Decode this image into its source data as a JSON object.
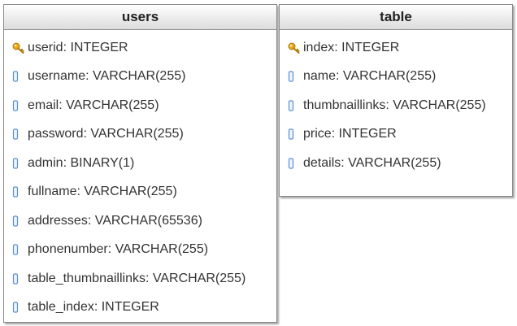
{
  "entities": {
    "users": {
      "title": "users",
      "fields": [
        {
          "name": "userid",
          "type": "INTEGER",
          "icon": "key-icon"
        },
        {
          "name": "username",
          "type": "VARCHAR(255)",
          "icon": "column-icon"
        },
        {
          "name": "email",
          "type": "VARCHAR(255)",
          "icon": "column-icon"
        },
        {
          "name": "password",
          "type": "VARCHAR(255)",
          "icon": "column-icon"
        },
        {
          "name": "admin",
          "type": "BINARY(1)",
          "icon": "column-icon"
        },
        {
          "name": "fullname",
          "type": "VARCHAR(255)",
          "icon": "column-icon"
        },
        {
          "name": "addresses",
          "type": "VARCHAR(65536)",
          "icon": "column-icon"
        },
        {
          "name": "phonenumber",
          "type": "VARCHAR(255)",
          "icon": "column-icon"
        },
        {
          "name": "table_thumbnaillinks",
          "type": "VARCHAR(255)",
          "icon": "column-icon"
        },
        {
          "name": "table_index",
          "type": "INTEGER",
          "icon": "column-icon"
        }
      ]
    },
    "table": {
      "title": "table",
      "fields": [
        {
          "name": "index",
          "type": "INTEGER",
          "icon": "key-icon"
        },
        {
          "name": "name",
          "type": "VARCHAR(255)",
          "icon": "column-icon"
        },
        {
          "name": "thumbnaillinks",
          "type": "VARCHAR(255)",
          "icon": "column-icon"
        },
        {
          "name": "price",
          "type": "INTEGER",
          "icon": "column-icon"
        },
        {
          "name": "details",
          "type": "VARCHAR(255)",
          "icon": "column-icon"
        }
      ]
    }
  },
  "colors": {
    "key_icon": "#e8a818",
    "column_icon": "#5b8fd6",
    "border": "#8a8a8a"
  },
  "separator": ": "
}
